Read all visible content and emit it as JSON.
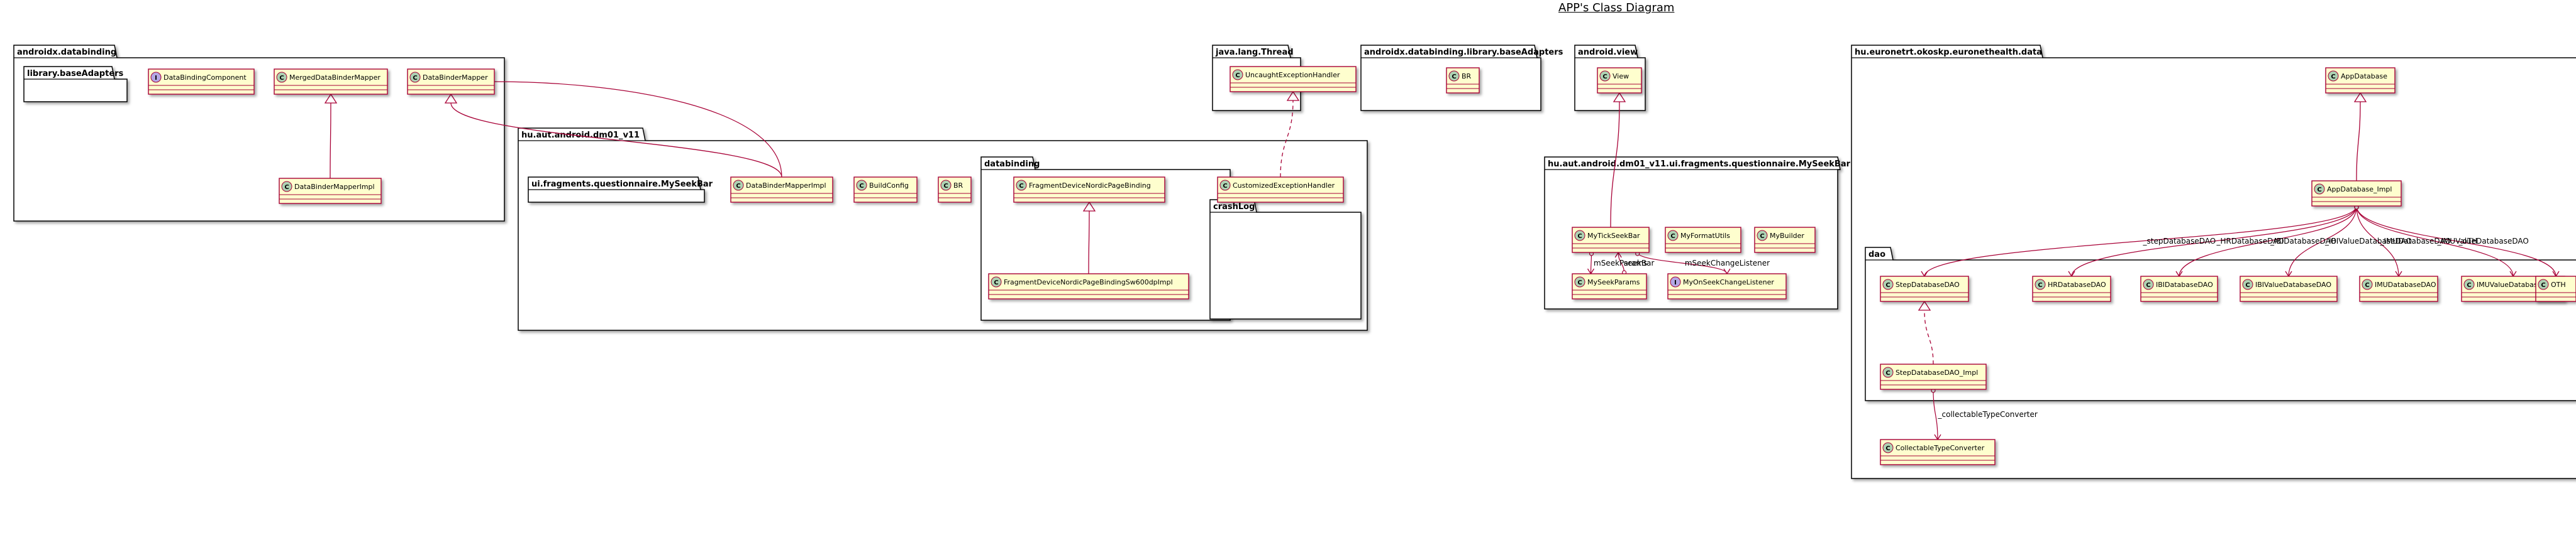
{
  "title": "APP's Class Diagram",
  "colors": {
    "class_fill": "#FEFECE",
    "class_stroke": "#A80036",
    "arrow": "#A80036",
    "package_fill": "#FFFFFF",
    "package_stroke": "#000000",
    "class_icon": "#ADD1B2",
    "interface_icon": "#B4A7E5"
  },
  "packages": [
    {
      "id": "p_adb",
      "name": "androidx.databinding"
    },
    {
      "id": "p_lba",
      "name": "library.baseAdapters"
    },
    {
      "id": "p_hu_dm01",
      "name": "hu.aut.android.dm01_v11"
    },
    {
      "id": "p_uifq",
      "name": "ui.fragments.questionnaire.MySeekBar"
    },
    {
      "id": "p_databinding",
      "name": "databinding"
    },
    {
      "id": "p_crashlog",
      "name": "crashLog"
    },
    {
      "id": "p_jlt",
      "name": "java.lang.Thread"
    },
    {
      "id": "p_adlba",
      "name": "androidx.databinding.library.baseAdapters"
    },
    {
      "id": "p_av",
      "name": "android.view"
    },
    {
      "id": "p_mysb",
      "name": "hu.aut.android.dm01_v11.ui.fragments.questionnaire.MySeekBar"
    },
    {
      "id": "p_euro",
      "name": "hu.euronetrt.okoskp.euronethealth.data"
    },
    {
      "id": "p_dao",
      "name": "dao"
    }
  ],
  "classes": [
    {
      "id": "DataBindingComponent",
      "name": "DataBindingComponent",
      "kind": "interface"
    },
    {
      "id": "MergedDataBinderMapper",
      "name": "MergedDataBinderMapper",
      "kind": "class"
    },
    {
      "id": "DataBinderMapper",
      "name": "DataBinderMapper",
      "kind": "class"
    },
    {
      "id": "DataBinderMapperImpl",
      "name": "DataBinderMapperImpl",
      "kind": "class"
    },
    {
      "id": "DataBinderMapperImpl2",
      "name": "DataBinderMapperImpl",
      "kind": "class"
    },
    {
      "id": "BuildConfig",
      "name": "BuildConfig",
      "kind": "class"
    },
    {
      "id": "BR",
      "name": "BR",
      "kind": "class"
    },
    {
      "id": "FragmentDeviceNordicPageBinding",
      "name": "FragmentDeviceNordicPageBinding",
      "kind": "class"
    },
    {
      "id": "FragmentDeviceNordicPageBindingSw600dpImpl",
      "name": "FragmentDeviceNordicPageBindingSw600dpImpl",
      "kind": "class"
    },
    {
      "id": "CustomizedExceptionHandler",
      "name": "CustomizedExceptionHandler",
      "kind": "class"
    },
    {
      "id": "UncaughtExceptionHandler",
      "name": "UncaughtExceptionHandler",
      "kind": "class"
    },
    {
      "id": "BR2",
      "name": "BR",
      "kind": "class"
    },
    {
      "id": "View",
      "name": "View",
      "kind": "class"
    },
    {
      "id": "MyTickSeekBar",
      "name": "MyTickSeekBar",
      "kind": "class"
    },
    {
      "id": "MyFormatUtils",
      "name": "MyFormatUtils",
      "kind": "class"
    },
    {
      "id": "MyBuilder",
      "name": "MyBuilder",
      "kind": "class"
    },
    {
      "id": "MySeekParams",
      "name": "MySeekParams",
      "kind": "class"
    },
    {
      "id": "MyOnSeekChangeListener",
      "name": "MyOnSeekChangeListener",
      "kind": "interface"
    },
    {
      "id": "AppDatabase",
      "name": "AppDatabase",
      "kind": "class"
    },
    {
      "id": "AppDatabase_Impl",
      "name": "AppDatabase_Impl",
      "kind": "class"
    },
    {
      "id": "StepDatabaseDAO",
      "name": "StepDatabaseDAO",
      "kind": "class"
    },
    {
      "id": "HRDatabaseDAO",
      "name": "HRDatabaseDAO",
      "kind": "class"
    },
    {
      "id": "IBIDatabaseDAO",
      "name": "IBIDatabaseDAO",
      "kind": "class"
    },
    {
      "id": "IBIValueDatabaseDAO",
      "name": "IBIValueDatabaseDAO",
      "kind": "class"
    },
    {
      "id": "IMUDatabaseDAO",
      "name": "IMUDatabaseDAO",
      "kind": "class"
    },
    {
      "id": "IMUValueDatabaseDAO",
      "name": "IMUValueDatabaseDAO",
      "kind": "class"
    },
    {
      "id": "OTH",
      "name": "OTH",
      "kind": "class"
    },
    {
      "id": "StepDatabaseDAO_Impl",
      "name": "StepDatabaseDAO_Impl",
      "kind": "class"
    },
    {
      "id": "CollectableTypeConverter",
      "name": "CollectableTypeConverter",
      "kind": "class"
    }
  ],
  "relations": [
    {
      "from": "DataBinderMapperImpl",
      "to": "MergedDataBinderMapper",
      "type": "extends",
      "label": ""
    },
    {
      "from": "DataBinderMapperImpl2",
      "to": "DataBinderMapper",
      "type": "extends",
      "label": ""
    },
    {
      "from": "FragmentDeviceNordicPageBindingSw600dpImpl",
      "to": "FragmentDeviceNordicPageBinding",
      "type": "extends",
      "label": ""
    },
    {
      "from": "CustomizedExceptionHandler",
      "to": "UncaughtExceptionHandler",
      "type": "implements",
      "label": ""
    },
    {
      "from": "MyTickSeekBar",
      "to": "View",
      "type": "extends",
      "label": ""
    },
    {
      "from": "MyTickSeekBar",
      "to": "MySeekParams",
      "type": "association",
      "label": "mSeekParams"
    },
    {
      "from": "MySeekParams",
      "to": "MyTickSeekBar",
      "type": "association",
      "label": "seekBar"
    },
    {
      "from": "MyTickSeekBar",
      "to": "MyOnSeekChangeListener",
      "type": "association",
      "label": "mSeekChangeListener"
    },
    {
      "from": "AppDatabase_Impl",
      "to": "AppDatabase",
      "type": "extends",
      "label": ""
    },
    {
      "from": "AppDatabase_Impl",
      "to": "StepDatabaseDAO",
      "type": "association",
      "label": "_stepDatabaseDAO"
    },
    {
      "from": "AppDatabase_Impl",
      "to": "HRDatabaseDAO",
      "type": "association",
      "label": "_HRDatabaseDAO"
    },
    {
      "from": "AppDatabase_Impl",
      "to": "IBIDatabaseDAO",
      "type": "association",
      "label": "_IBIDatabaseDAO"
    },
    {
      "from": "AppDatabase_Impl",
      "to": "IBIValueDatabaseDAO",
      "type": "association",
      "label": "_IBIValueDatabaseDAO"
    },
    {
      "from": "AppDatabase_Impl",
      "to": "IMUDatabaseDAO",
      "type": "association",
      "label": "_IMUDatabaseDAO"
    },
    {
      "from": "AppDatabase_Impl",
      "to": "IMUValueDatabaseDAO",
      "type": "association",
      "label": "_IMUValueDatabaseDAO"
    },
    {
      "from": "AppDatabase_Impl",
      "to": "OTH",
      "type": "association",
      "label": "_oTH"
    },
    {
      "from": "StepDatabaseDAO_Impl",
      "to": "StepDatabaseDAO",
      "type": "implements",
      "label": ""
    },
    {
      "from": "StepDatabaseDAO_Impl",
      "to": "CollectableTypeConverter",
      "type": "association",
      "label": "_collectableTypeConverter"
    }
  ]
}
